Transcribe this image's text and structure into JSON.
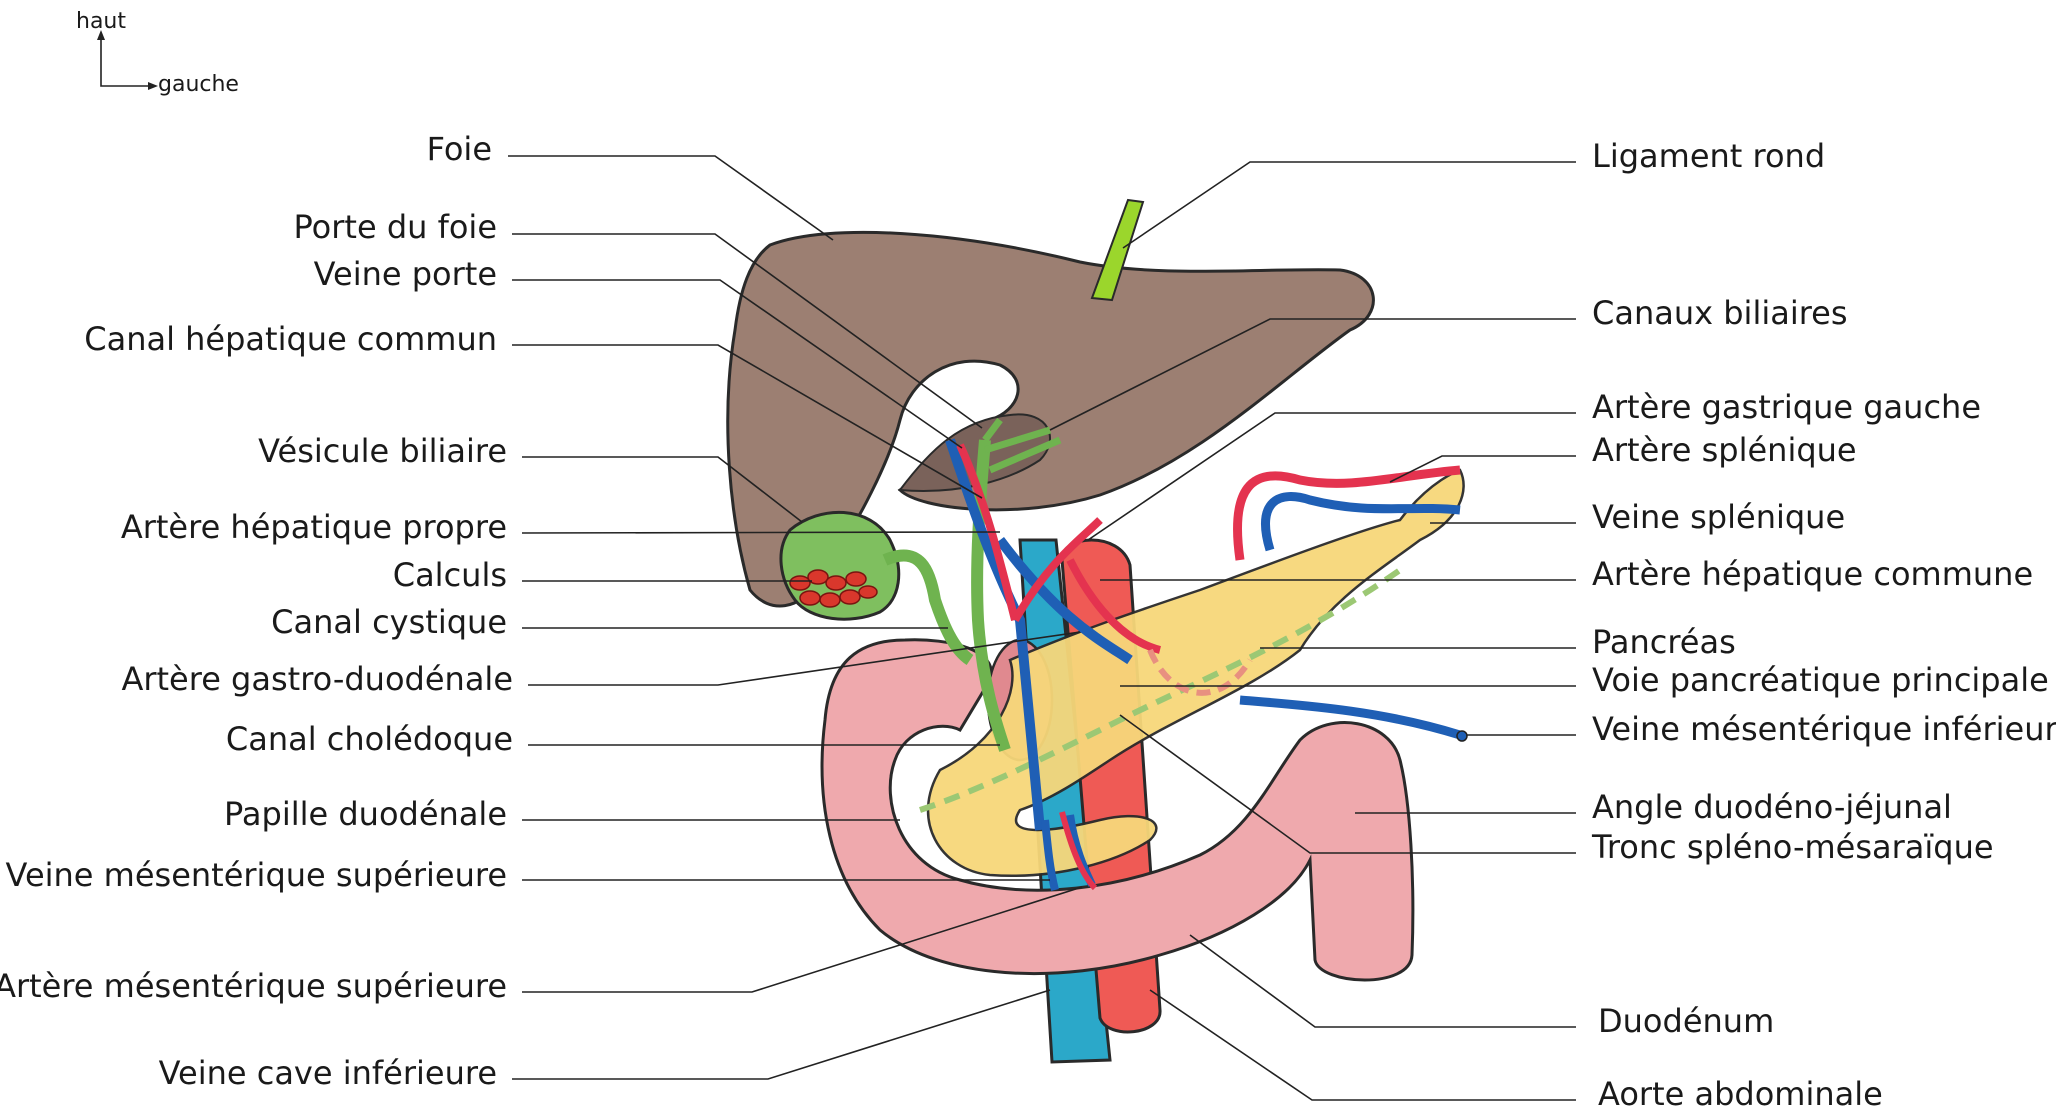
{
  "orientation": {
    "up": "haut",
    "left": "gauche"
  },
  "labels_left": [
    "Foie",
    "Porte du foie",
    "Veine porte",
    "Canal hépatique commun",
    "Vésicule biliaire",
    "Artère hépatique propre",
    "Calculs",
    "Canal cystique",
    "Artère gastro-duodénale",
    "Canal cholédoque",
    "Papille duodénale",
    "Veine mésentérique supérieure",
    "Artère mésentérique supérieure",
    "Veine cave inférieure"
  ],
  "labels_right": [
    "Ligament rond",
    "Canaux biliaires",
    "Artère gastrique gauche",
    "Artère splénique",
    "Veine splénique",
    "Artère hépatique commune",
    "Pancréas",
    "Voie pancréatique principale",
    "Veine mésentérique inférieure",
    "Angle duodéno-jéjunal",
    "Tronc spléno-mésaraïque",
    "Duodénum",
    "Aorte abdominale"
  ],
  "colors": {
    "liver": "#9c7f72",
    "gallbladder": "#7fbf5f",
    "bile_duct": "#6fb34f",
    "pancreas": "#f7d77a",
    "duodenum": "#efa9ad",
    "artery": "#e4334f",
    "vein": "#1f5fb5",
    "vena_cava": "#2ba8c9",
    "aorta": "#ef5a55",
    "ligament": "#9bd62c"
  }
}
